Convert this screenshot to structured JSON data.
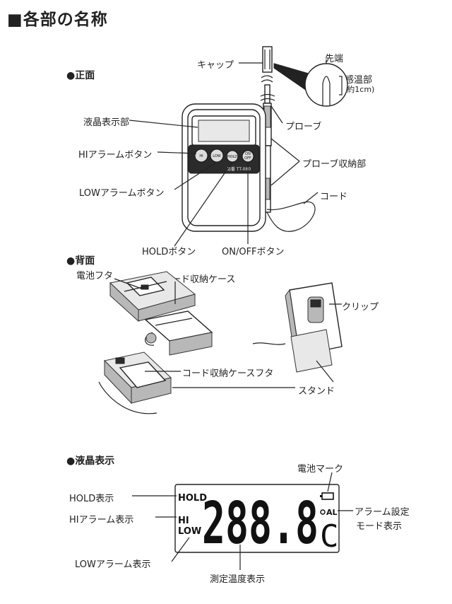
{
  "title": "■各部の名称",
  "sections": {
    "front": "●正面",
    "back": "●背面",
    "lcd": "●液晶表示"
  },
  "front_labels": {
    "cap": "キャップ",
    "tip": "先端",
    "sensor": "感温部",
    "sensor_size": "(約1cm)",
    "lcd_area": "液晶表示部",
    "hi_button": "HIアラームボタン",
    "low_button": "LOWアラームボタン",
    "hold_button": "HOLDボタン",
    "onoff_button": "ON/OFFボタン",
    "probe": "プローブ",
    "probe_storage": "プローブ収納部",
    "cord": "コード"
  },
  "device_text": {
    "btn_hi": "HI",
    "btn_low": "LOW",
    "btn_hold": "HOLD",
    "btn_on": "ON",
    "btn_off": "OFF",
    "model": "品番 TT-080"
  },
  "back_labels": {
    "battery_cover": "電池フタ",
    "cord_case": "コード収納ケース",
    "clip": "クリップ",
    "cord_case_cover": "コード収納ケースフタ",
    "stand": "スタンド"
  },
  "lcd_labels": {
    "battery_mark": "電池マーク",
    "hold_display": "HOLD表示",
    "hi_display": "HIアラーム表示",
    "alarm_mode_line1": "アラーム設定",
    "alarm_mode_line2": "モード表示",
    "low_display": "LOWアラーム表示",
    "temp_display": "測定温度表示"
  },
  "lcd_screen": {
    "hold": "HOLD",
    "hi": "HI",
    "low": "LOW",
    "digits": "288.8",
    "unit": "C",
    "al": "AL"
  }
}
